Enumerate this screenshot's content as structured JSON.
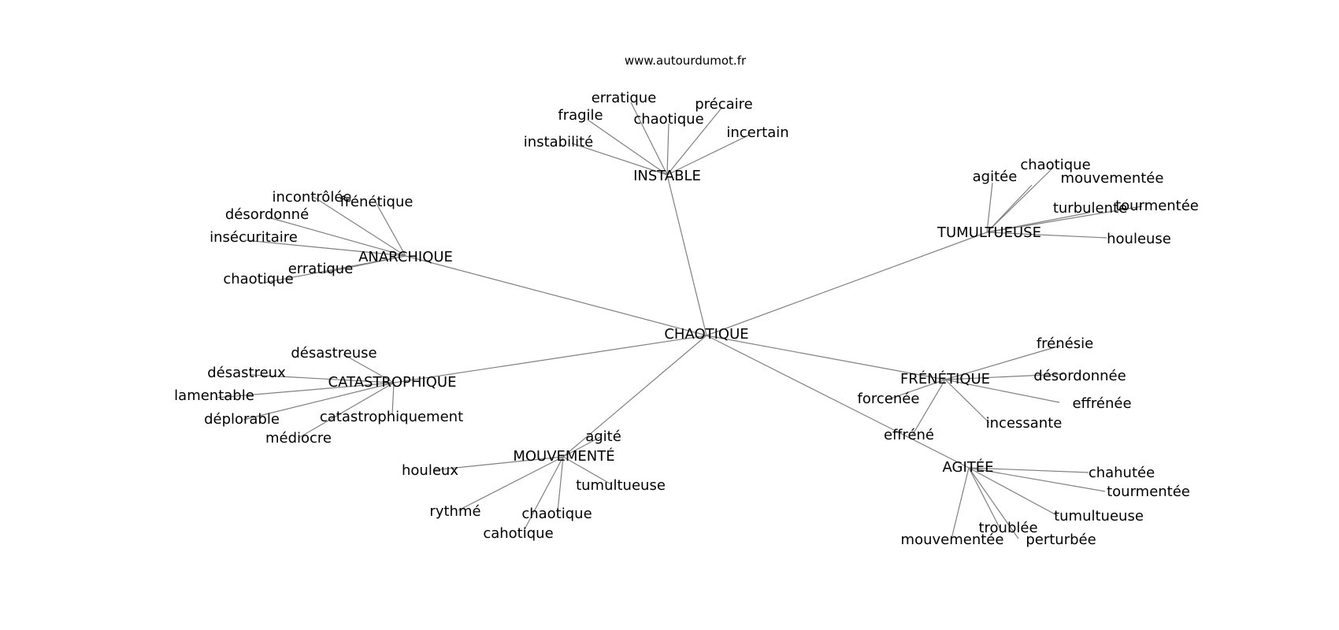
{
  "site": "www.autourdumot.fr",
  "colors": {
    "edge": "#808080",
    "text": "#000000",
    "background": "#ffffff"
  },
  "graph": {
    "center": {
      "label": "CHAOTIQUE"
    },
    "hubs": [
      {
        "label": "INSTABLE",
        "leaves": [
          "erratique",
          "fragile",
          "chaotique",
          "précaire",
          "incertain",
          "instabilité"
        ]
      },
      {
        "label": "ANARCHIQUE",
        "leaves": [
          "incontrôlée",
          "frénétique",
          "désordonné",
          "insécuritaire",
          "erratique",
          "chaotique"
        ]
      },
      {
        "label": "TUMULTUEUSE",
        "leaves": [
          "agitée",
          "chaotique",
          "mouvementée",
          "turbulente",
          "tourmentée",
          "houleuse"
        ]
      },
      {
        "label": "CATASTROPHIQUE",
        "leaves": [
          "désastreuse",
          "désastreux",
          "lamentable",
          "déplorable",
          "catastrophiquement",
          "médiocre"
        ]
      },
      {
        "label": "FRÉNÉTIQUE",
        "leaves": [
          "frénésie",
          "désordonnée",
          "forcenée",
          "effrénée",
          "incessante",
          "effréné"
        ]
      },
      {
        "label": "MOUVEMENTÉ",
        "leaves": [
          "agité",
          "houleux",
          "tumultueuse",
          "rythmé",
          "chaotique",
          "cahotique"
        ]
      },
      {
        "label": "AGITÉE",
        "leaves": [
          "chahutée",
          "tourmentée",
          "tumultueuse",
          "troublée",
          "mouvementée",
          "perturbée"
        ]
      }
    ]
  }
}
